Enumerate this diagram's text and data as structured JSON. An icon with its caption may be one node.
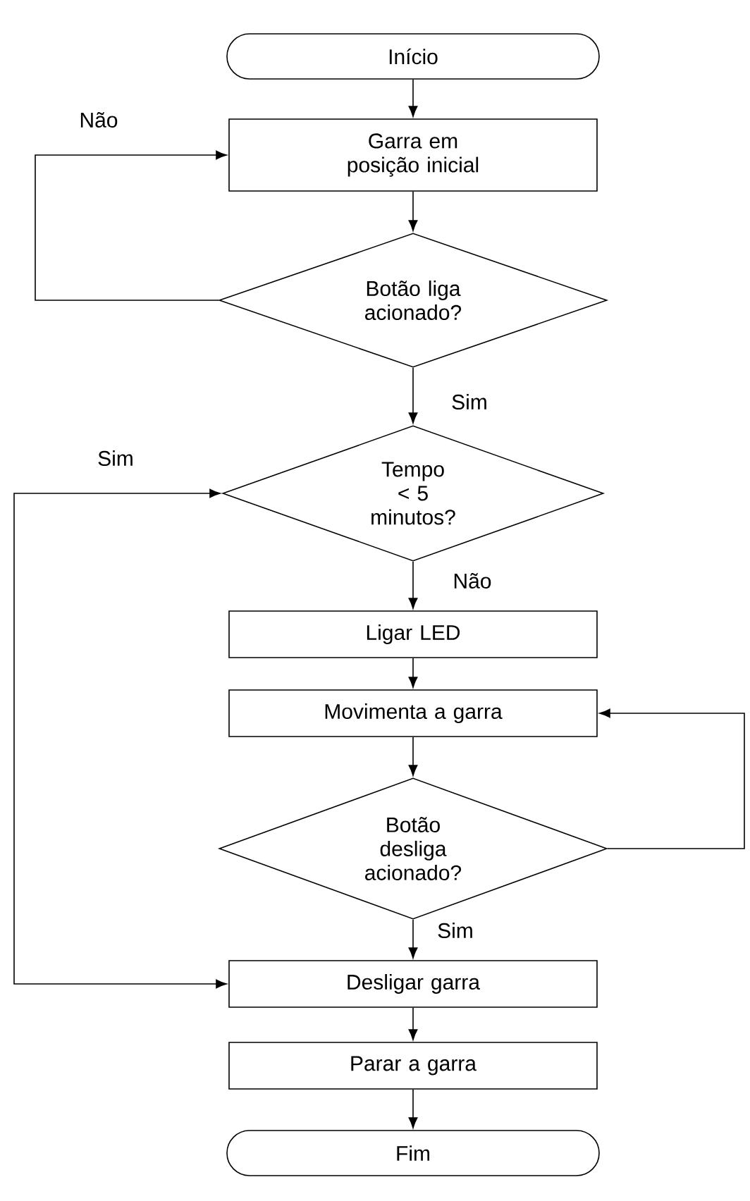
{
  "diagram": {
    "nodes": [
      {
        "text": [
          "Início"
        ]
      },
      {
        "text": [
          "Garra em posição inicial"
        ]
      },
      {
        "text": [
          "Botão liga acionado?"
        ]
      },
      {
        "text": [
          "Tempo < 5 minutos?"
        ]
      },
      {
        "text": [
          "Ligar LED"
        ]
      },
      {
        "text": [
          "Movimenta a garra"
        ]
      },
      {
        "text": [
          "Botão desliga acionado?"
        ]
      },
      {
        "text": [
          "Desligar garra"
        ]
      },
      {
        "text": [
          "Parar a garra"
        ]
      },
      {
        "text": [
          "Fim"
        ]
      }
    ],
    "edges": [
      {
        "from": 0,
        "to": 1,
        "arrow": "to"
      },
      {
        "from": 1,
        "to": 2,
        "arrow": "to"
      },
      {
        "from": 2,
        "to": 1,
        "arrow": "to",
        "label": "Não"
      },
      {
        "from": 2,
        "to": 3,
        "arrow": "to",
        "label": "Sim"
      },
      {
        "from": 3,
        "to": 7,
        "arrow": "both",
        "label": "Sim"
      },
      {
        "from": 3,
        "to": 4,
        "arrow": "to",
        "label": "Não"
      },
      {
        "from": 4,
        "to": 5,
        "arrow": "to"
      },
      {
        "from": 5,
        "to": 6,
        "arrow": "to"
      },
      {
        "from": 6,
        "to": 5,
        "arrow": "to"
      },
      {
        "from": 6,
        "to": 7,
        "arrow": "to",
        "label": "Sim"
      },
      {
        "from": 7,
        "to": 8,
        "arrow": "to"
      },
      {
        "from": 8,
        "to": 9,
        "arrow": "to"
      }
    ]
  }
}
